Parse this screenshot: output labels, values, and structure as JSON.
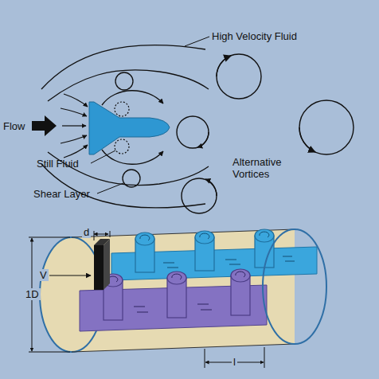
{
  "diagram": {
    "labels": [
      "High Velocity Fluid",
      "Flow",
      "Still Fluid",
      "Shear Layer",
      "Alternative Vortices",
      "V",
      "d",
      "1D",
      "l"
    ]
  }
}
